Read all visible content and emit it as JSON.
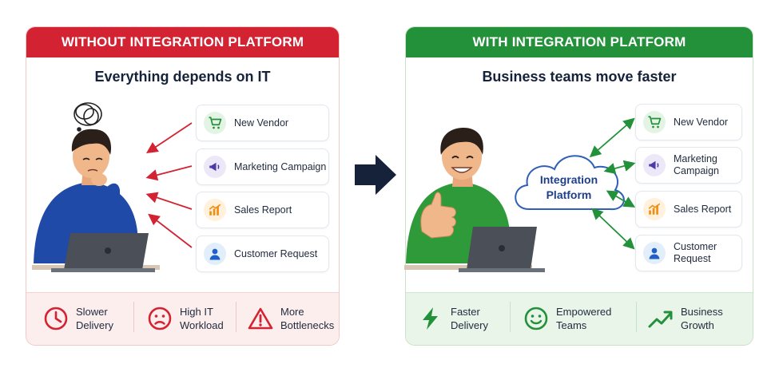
{
  "left_panel": {
    "header": "WITHOUT INTEGRATION PLATFORM",
    "subtitle": "Everything depends on IT",
    "items": [
      {
        "label": "New Vendor",
        "icon": "cart-icon"
      },
      {
        "label": "Marketing Campaign",
        "icon": "megaphone-icon"
      },
      {
        "label": "Sales Report",
        "icon": "chart-icon"
      },
      {
        "label": "Customer Request",
        "icon": "user-icon"
      }
    ],
    "footer": [
      {
        "line1": "Slower",
        "line2": "Delivery",
        "icon": "clock-icon"
      },
      {
        "line1": "High IT",
        "line2": "Workload",
        "icon": "sad-face-icon"
      },
      {
        "line1": "More",
        "line2": "Bottlenecks",
        "icon": "warning-icon"
      }
    ]
  },
  "right_panel": {
    "header": "WITH INTEGRATION PLATFORM",
    "subtitle": "Business teams move faster",
    "cloud": {
      "line1": "Integration",
      "line2": "Platform"
    },
    "items": [
      {
        "line1": "New Vendor",
        "line2": "",
        "icon": "cart-icon"
      },
      {
        "line1": "Marketing",
        "line2": "Campaign",
        "icon": "megaphone-icon"
      },
      {
        "line1": "Sales Report",
        "line2": "",
        "icon": "chart-icon"
      },
      {
        "line1": "Customer",
        "line2": "Request",
        "icon": "user-icon"
      }
    ],
    "footer": [
      {
        "line1": "Faster",
        "line2": "Delivery",
        "icon": "lightning-icon"
      },
      {
        "line1": "Empowered",
        "line2": "Teams",
        "icon": "smile-icon"
      },
      {
        "line1": "Business",
        "line2": "Growth",
        "icon": "trend-up-icon"
      }
    ]
  },
  "colors": {
    "red": "#d32232",
    "green": "#23913a",
    "navy": "#16223a",
    "cloud_blue": "#2f5fb8"
  }
}
